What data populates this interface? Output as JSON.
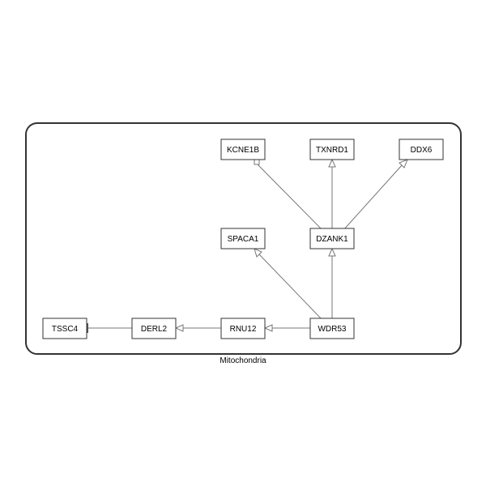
{
  "compartment": {
    "label": "Mitochondria"
  },
  "nodes": {
    "kcne1b": "KCNE1B",
    "txnrd1": "TXNRD1",
    "ddx6": "DDX6",
    "spaca1": "SPACA1",
    "dzank1": "DZANK1",
    "tssc4": "TSSC4",
    "derl2": "DERL2",
    "rnu12": "RNU12",
    "wdr53": "WDR53"
  },
  "edges": [
    {
      "from": "DZANK1",
      "to": "KCNE1B",
      "arrow": "square"
    },
    {
      "from": "DZANK1",
      "to": "TXNRD1",
      "arrow": "open-triangle"
    },
    {
      "from": "DZANK1",
      "to": "DDX6",
      "arrow": "open-triangle"
    },
    {
      "from": "WDR53",
      "to": "SPACA1",
      "arrow": "open-triangle"
    },
    {
      "from": "WDR53",
      "to": "DZANK1",
      "arrow": "open-triangle"
    },
    {
      "from": "WDR53",
      "to": "RNU12",
      "arrow": "open-triangle"
    },
    {
      "from": "RNU12",
      "to": "DERL2",
      "arrow": "open-triangle"
    },
    {
      "from": "DERL2",
      "to": "TSSC4",
      "arrow": "tee"
    }
  ],
  "colors": {
    "node_border": "#333333",
    "edge": "#777777",
    "compartment_border": "#333333"
  }
}
